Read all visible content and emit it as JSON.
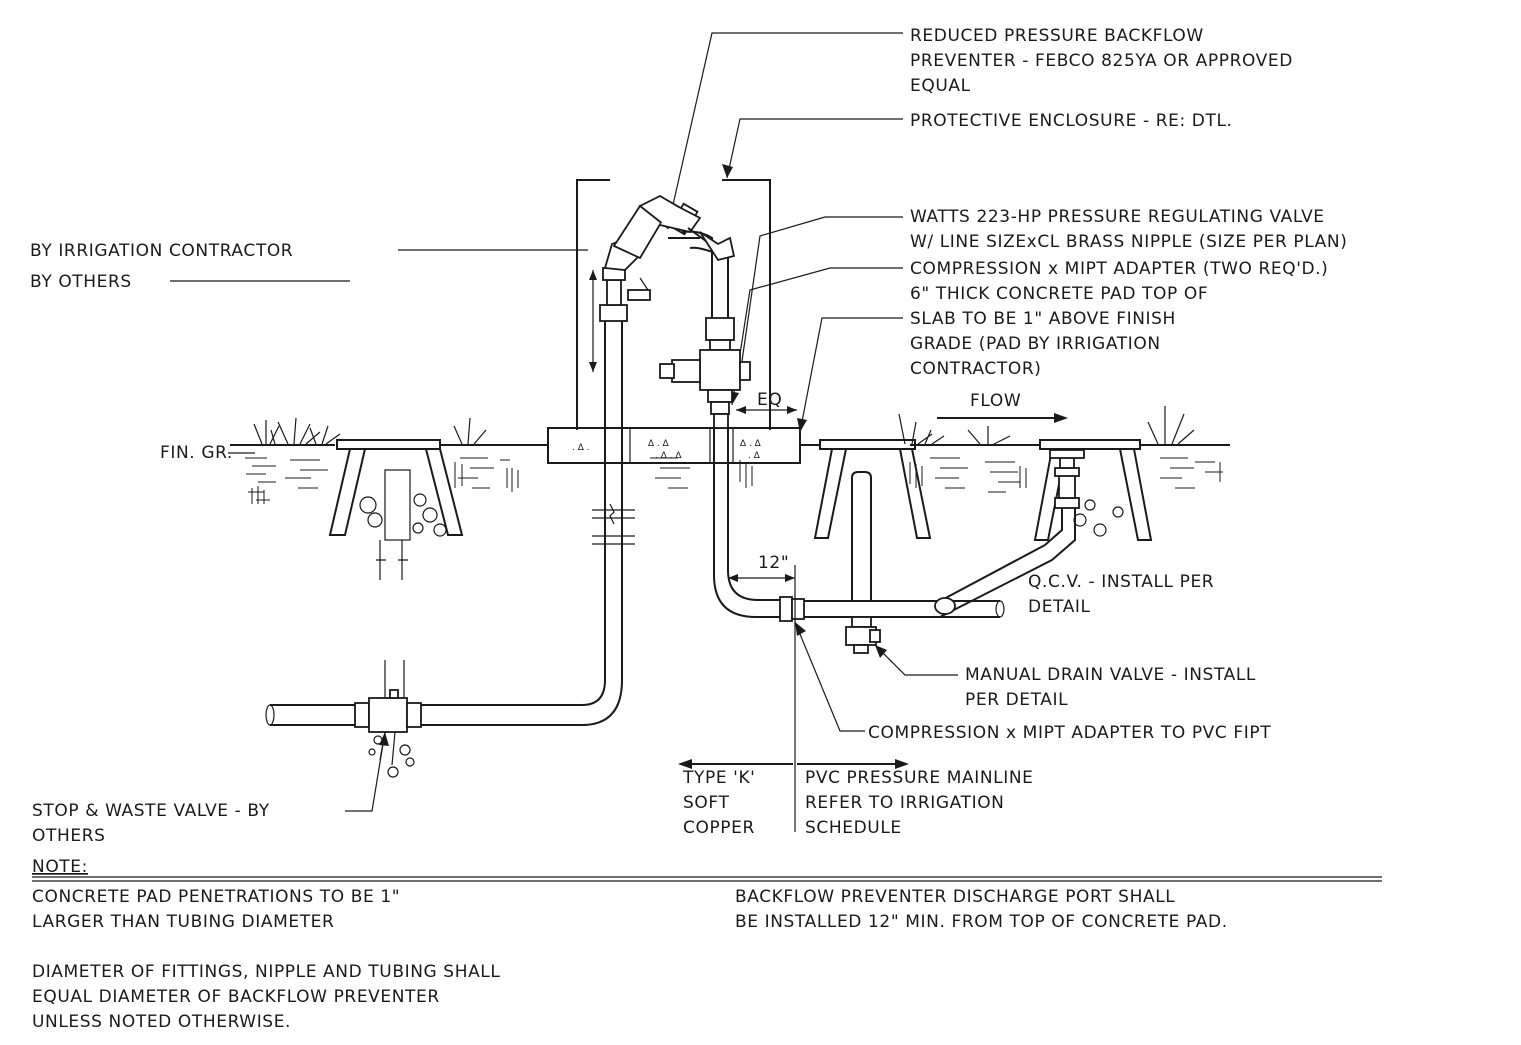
{
  "callouts": {
    "backflow_preventer": [
      "REDUCED PRESSURE BACKFLOW",
      "PREVENTER - FEBCO 825YA OR APPROVED",
      "EQUAL"
    ],
    "enclosure": "PROTECTIVE ENCLOSURE - RE: DTL.",
    "by_irrigation_contractor": "BY IRRIGATION CONTRACTOR",
    "by_others": "BY OTHERS",
    "pressure_regulating_valve": [
      "WATTS 223-HP PRESSURE REGULATING VALVE",
      "W/ LINE SIZExCL BRASS NIPPLE (SIZE PER PLAN)"
    ],
    "compression_adapter": "COMPRESSION x MIPT ADAPTER (TWO REQ'D.)",
    "concrete_pad": [
      "6\" THICK CONCRETE PAD TOP OF",
      "SLAB TO BE 1\" ABOVE FINISH",
      "GRADE (PAD BY IRRIGATION",
      "CONTRACTOR)"
    ],
    "eq": "EQ",
    "flow": "FLOW",
    "fin_gr": "FIN. GR.",
    "dim_12": "12\"",
    "qcv": [
      "Q.C.V. - INSTALL PER",
      "DETAIL"
    ],
    "manual_drain": [
      "MANUAL DRAIN VALVE - INSTALL",
      "PER DETAIL"
    ],
    "compression_pvc": "COMPRESSION x MIPT ADAPTER  TO PVC FIPT",
    "type_k": [
      "TYPE 'K'",
      "SOFT",
      "COPPER"
    ],
    "pvc_mainline": [
      "PVC PRESSURE MAINLINE",
      "REFER TO IRRIGATION",
      "SCHEDULE"
    ],
    "stop_waste": [
      "STOP & WASTE VALVE - BY",
      "OTHERS"
    ]
  },
  "notes": {
    "heading": "NOTE:",
    "left_1": [
      "CONCRETE PAD PENETRATIONS TO BE 1\"",
      "LARGER THAN TUBING DIAMETER"
    ],
    "left_2": [
      "DIAMETER OF FITTINGS, NIPPLE AND TUBING SHALL",
      "EQUAL DIAMETER OF BACKFLOW PREVENTER",
      "UNLESS NOTED OTHERWISE."
    ],
    "right_1": [
      "BACKFLOW PREVENTER DISCHARGE PORT SHALL",
      "BE INSTALLED 12\" MIN. FROM TOP OF CONCRETE PAD."
    ]
  }
}
